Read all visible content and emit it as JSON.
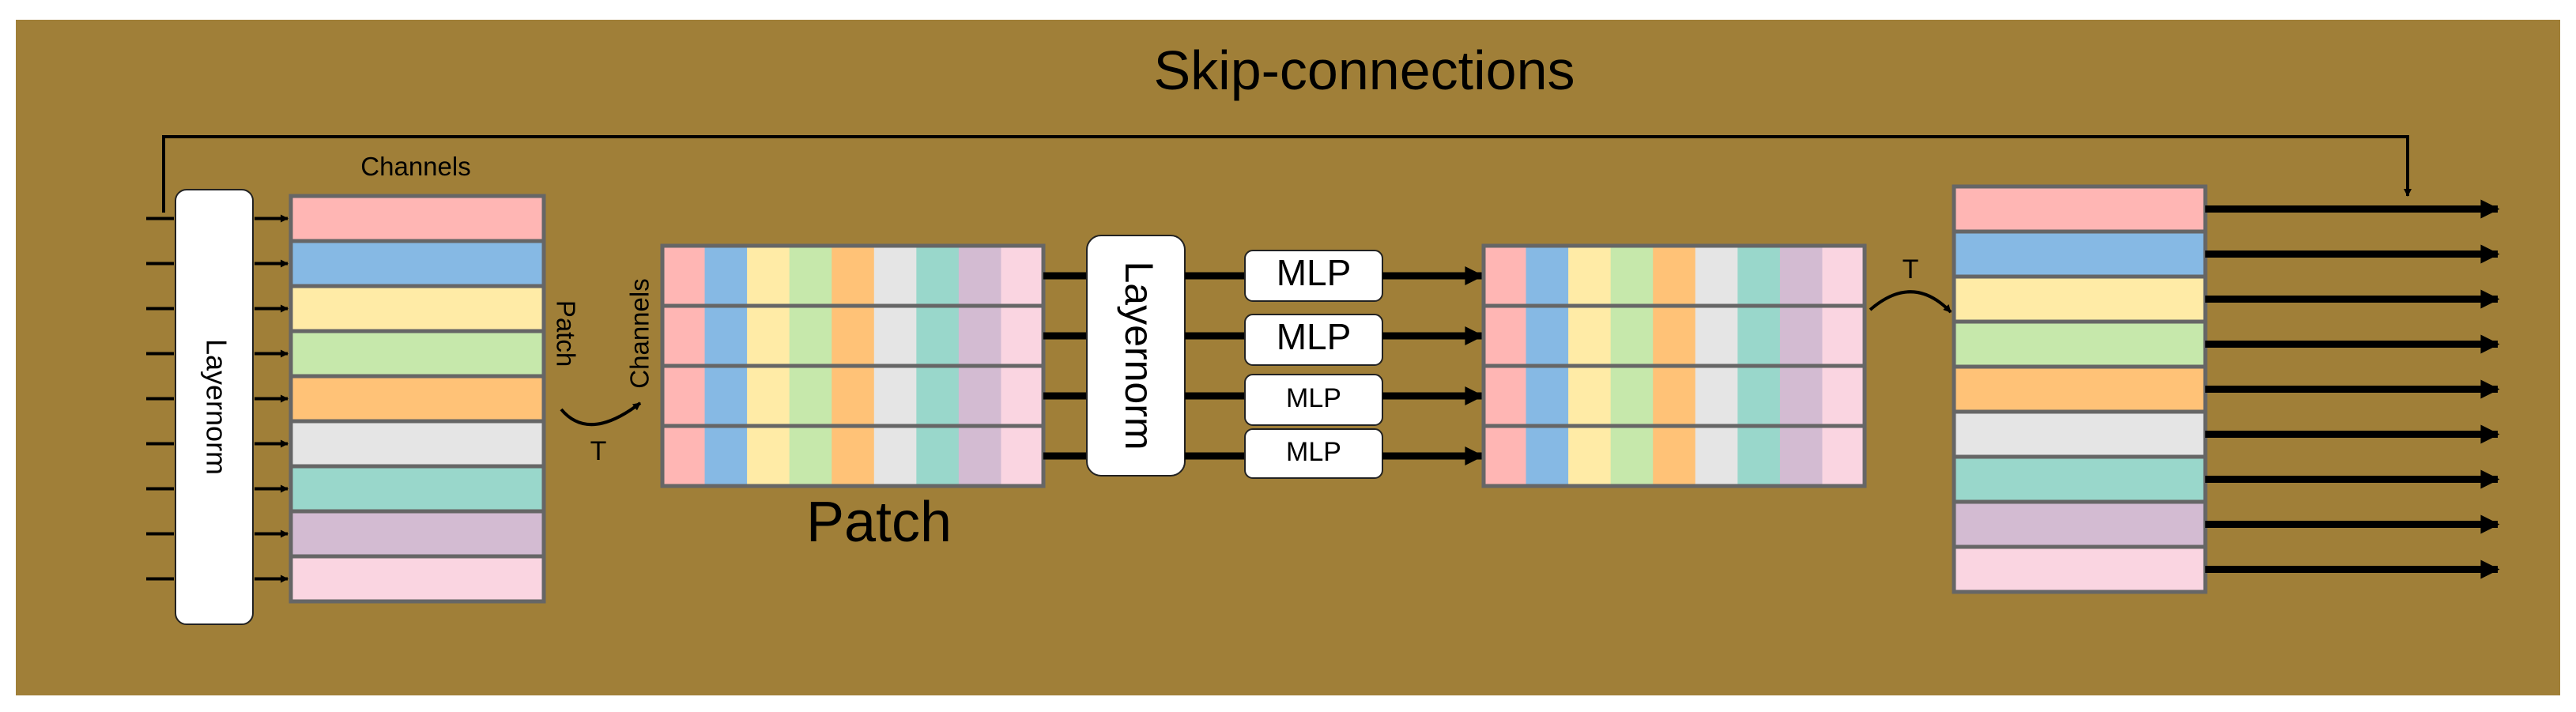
{
  "title": "Skip-connections",
  "labels": {
    "channels_top": "Channels",
    "patch_side": "Patch",
    "channels_side": "Channels",
    "patch_bottom": "Patch",
    "transpose_1": "T",
    "transpose_2": "T"
  },
  "blocks": {
    "layernorm_1": "Layernorm",
    "layernorm_2": "Layernorm",
    "mlp": [
      "MLP",
      "MLP",
      "MLP",
      "MLP"
    ]
  },
  "colors": {
    "background": "#A07F38",
    "stripes": [
      "#FFB6B4",
      "#86B9E4",
      "#FFEBA6",
      "#C6E8AB",
      "#FFC277",
      "#E5E5E5",
      "#99D7CB",
      "#D3BBD2",
      "#FAD5E1"
    ],
    "frame": "#666666"
  },
  "counts": {
    "channels": 9,
    "patches": 4
  }
}
